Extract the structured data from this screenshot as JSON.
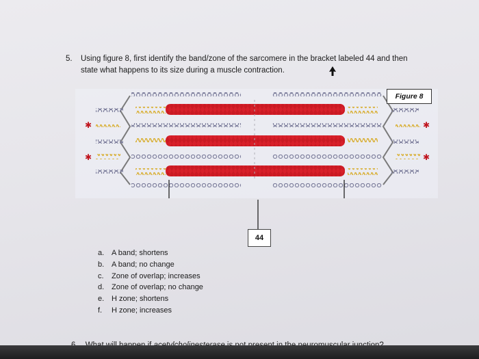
{
  "question5": {
    "number": "5.",
    "line1": "Using figure 8, first identify the band/zone of the sarcomere in the bracket labeled 44 and then",
    "line2": "state what happens to its size during a muscle contraction."
  },
  "figure": {
    "label": "Figure 8",
    "bracket_label": "44"
  },
  "options": [
    {
      "letter": "a.",
      "text": "A band; shortens"
    },
    {
      "letter": "b.",
      "text": "A band; no change"
    },
    {
      "letter": "c.",
      "text": "Zone of overlap; increases"
    },
    {
      "letter": "d.",
      "text": "Zone of overlap; no change"
    },
    {
      "letter": "e.",
      "text": "H zone; shortens"
    },
    {
      "letter": "f.",
      "text": "H zone; increases"
    }
  ],
  "question6": {
    "number": "6.",
    "text_before": "What will happen if ",
    "text_italic": "acetylcholinesterase",
    "text_after": " is not present in the neuromuscular junction?"
  },
  "colors": {
    "thick_filament": "#d8202a",
    "thin_filament": "#8a8aa8",
    "titin": "#e8c94a",
    "z_disc": "#7a7a7a"
  }
}
